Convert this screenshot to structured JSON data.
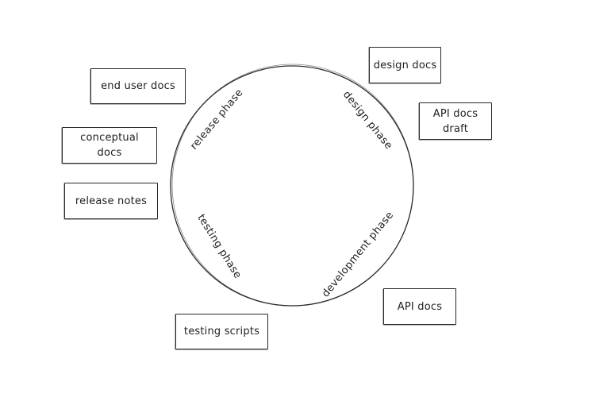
{
  "phases": {
    "design": "design phase",
    "development": "development phase",
    "testing": "testing phase",
    "release": "release phase"
  },
  "docs": {
    "design_docs": "design docs",
    "api_docs_draft": "API docs\ndraft",
    "api_docs": "API docs",
    "testing_scripts": "testing scripts",
    "release_notes": "release notes",
    "conceptual_docs": "conceptual\ndocs",
    "end_user_docs": "end user docs"
  },
  "colors": {
    "stroke": "#2a2a2a",
    "background": "#ffffff"
  }
}
